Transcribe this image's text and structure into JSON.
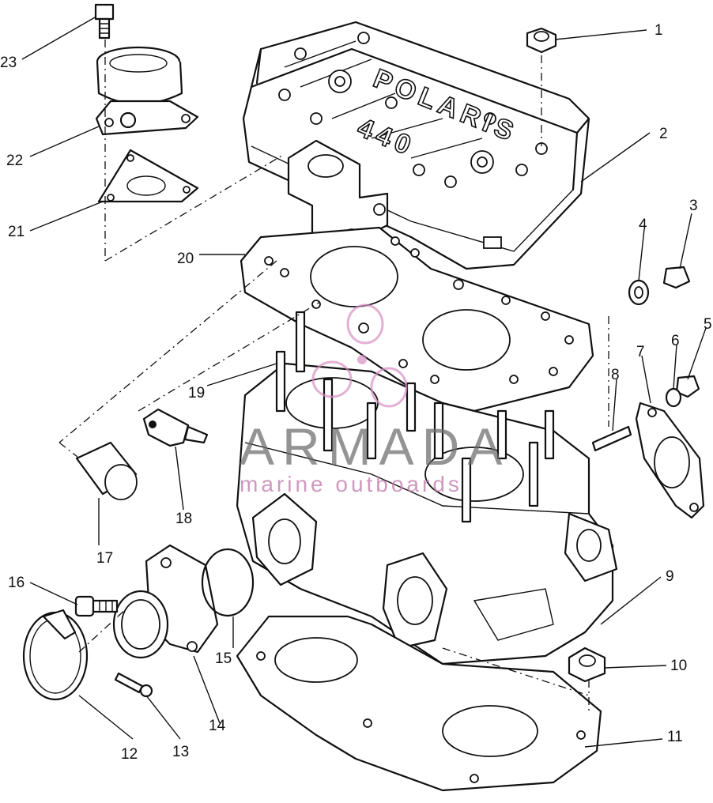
{
  "diagram": {
    "engine_badge": {
      "brand": "POLARIS",
      "model": "440"
    },
    "callouts": [
      {
        "id": "c1",
        "label": "1"
      },
      {
        "id": "c2",
        "label": "2"
      },
      {
        "id": "c3",
        "label": "3"
      },
      {
        "id": "c4",
        "label": "4"
      },
      {
        "id": "c5",
        "label": "5"
      },
      {
        "id": "c6",
        "label": "6"
      },
      {
        "id": "c7",
        "label": "7"
      },
      {
        "id": "c8",
        "label": "8"
      },
      {
        "id": "c9",
        "label": "9"
      },
      {
        "id": "c10",
        "label": "10"
      },
      {
        "id": "c11",
        "label": "11"
      },
      {
        "id": "c12",
        "label": "12"
      },
      {
        "id": "c13",
        "label": "13"
      },
      {
        "id": "c14",
        "label": "14"
      },
      {
        "id": "c15",
        "label": "15"
      },
      {
        "id": "c16",
        "label": "16"
      },
      {
        "id": "c17",
        "label": "17"
      },
      {
        "id": "c18",
        "label": "18"
      },
      {
        "id": "c19",
        "label": "19"
      },
      {
        "id": "c20",
        "label": "20"
      },
      {
        "id": "c21",
        "label": "21"
      },
      {
        "id": "c22",
        "label": "22"
      },
      {
        "id": "c23",
        "label": "23"
      }
    ]
  },
  "watermark": {
    "title": "ARMADA",
    "subtitle": "marine outboards",
    "logo_color": "#d88fc4",
    "text_color": "#6b6b6b"
  }
}
